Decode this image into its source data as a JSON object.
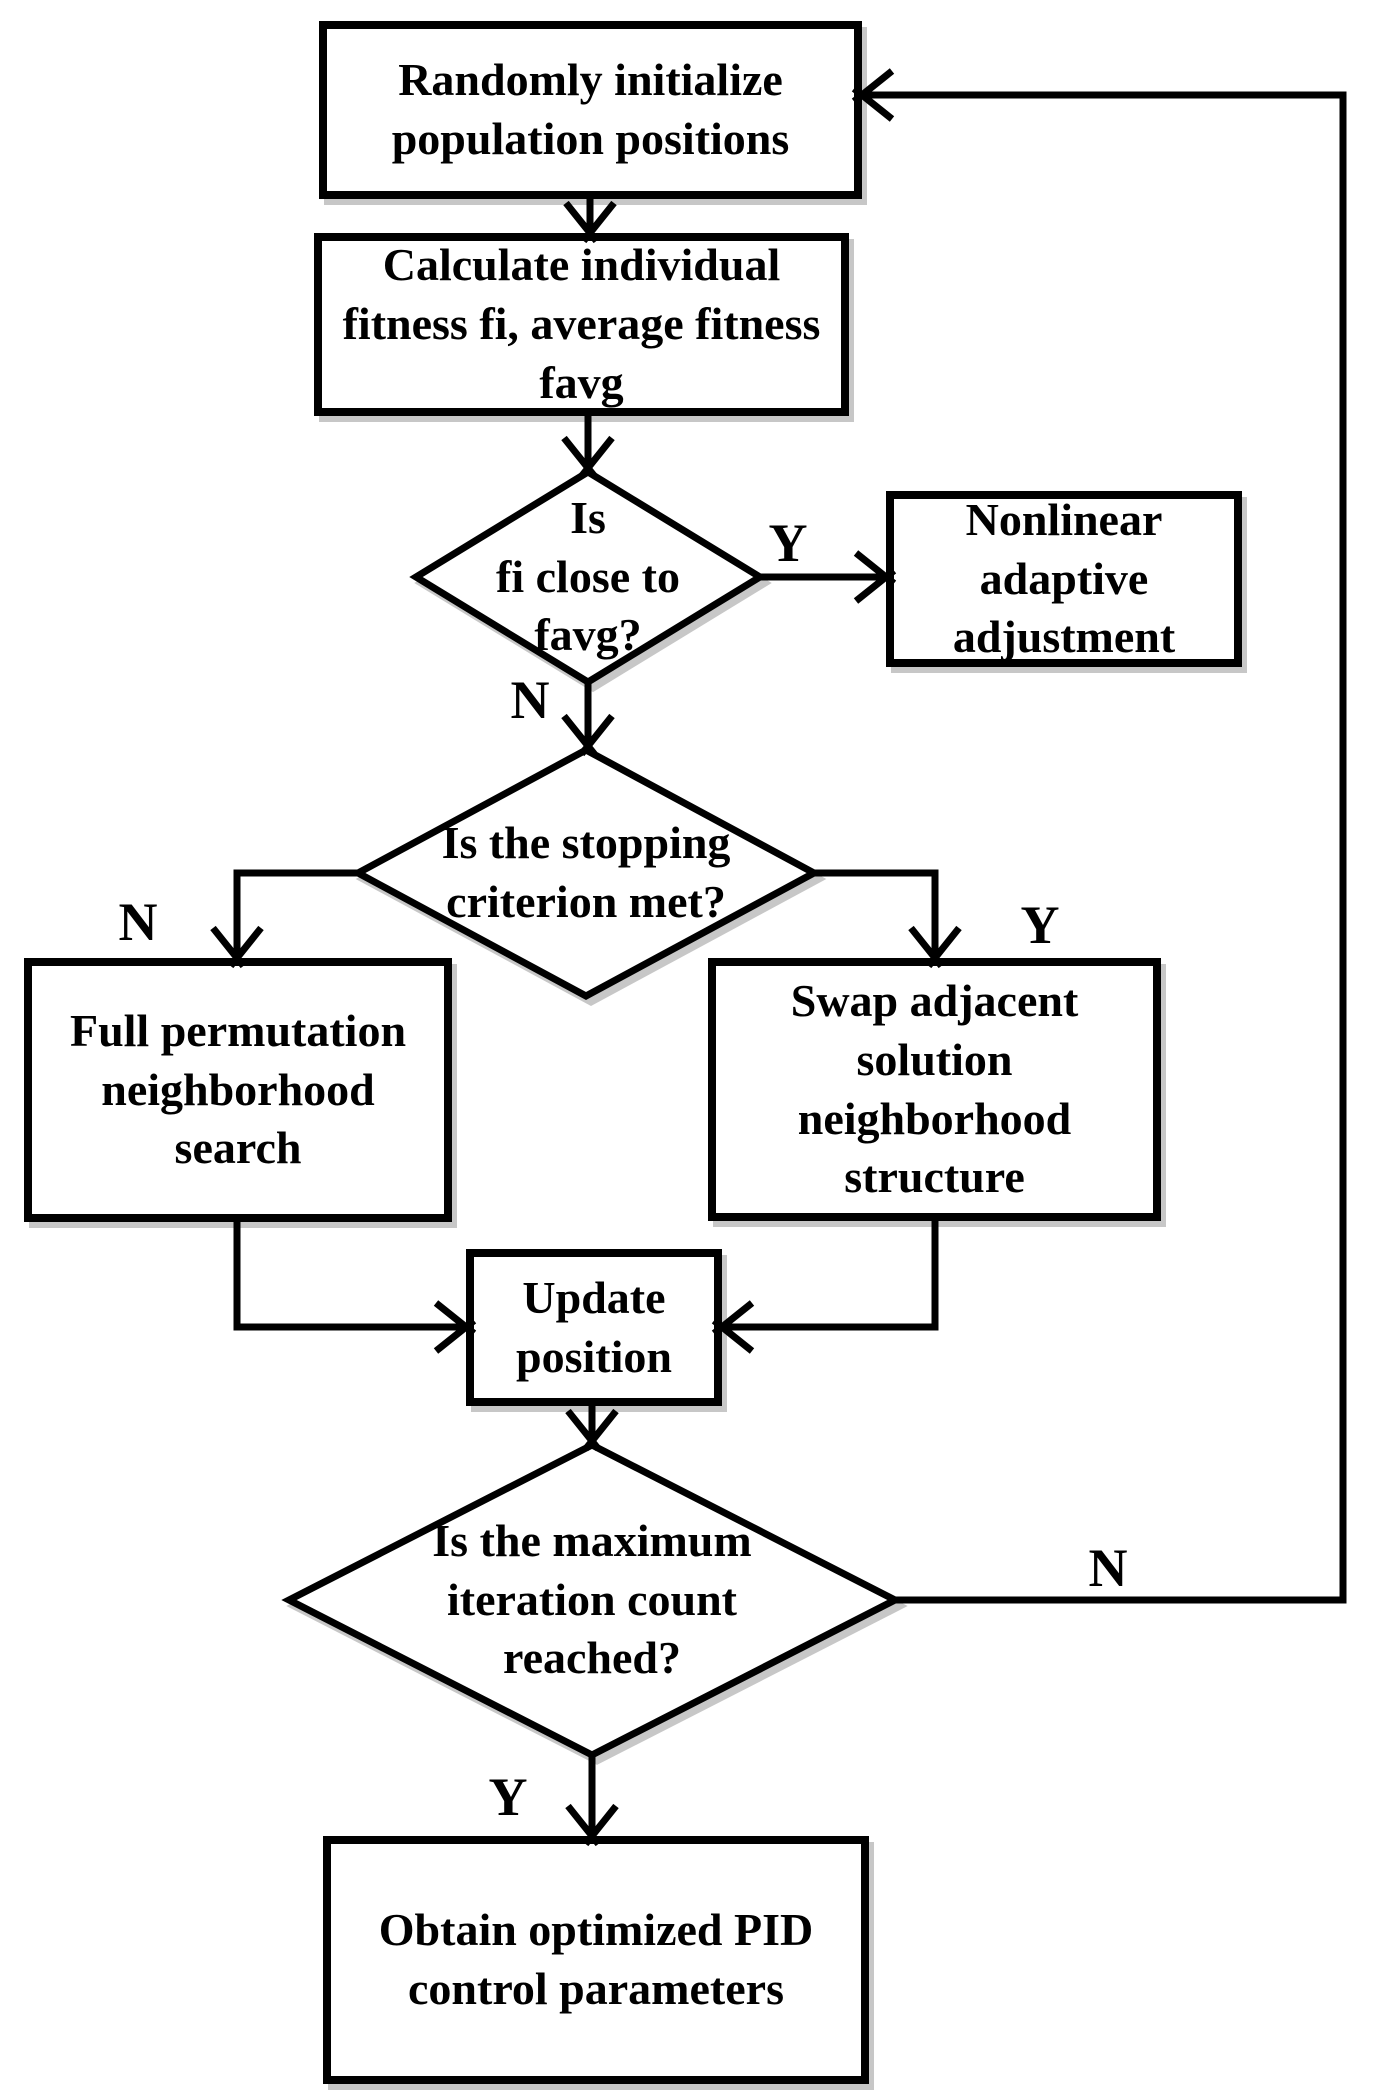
{
  "diagram": {
    "type": "flowchart",
    "colors": {
      "stroke": "#000000",
      "text": "#000000",
      "background": "#ffffff"
    },
    "nodes": {
      "init": {
        "shape": "rectangle",
        "label": "Randomly initialize\npopulation positions"
      },
      "calc_fitness": {
        "shape": "rectangle",
        "label": "Calculate individual\nfitness fi, average fitness\nfavg"
      },
      "fitness_check": {
        "shape": "diamond",
        "label": "Is\nfi close to\nfavg?"
      },
      "nonlinear": {
        "shape": "rectangle",
        "label": "Nonlinear\nadaptive\nadjustment"
      },
      "stopping_check": {
        "shape": "diamond",
        "label": "Is the stopping\ncriterion met?"
      },
      "full_permutation": {
        "shape": "rectangle",
        "label": "Full permutation\nneighborhood\nsearch"
      },
      "swap_adjacent": {
        "shape": "rectangle",
        "label": "Swap adjacent\nsolution\nneighborhood\nstructure"
      },
      "update_position": {
        "shape": "rectangle",
        "label": "Update\nposition"
      },
      "max_iter_check": {
        "shape": "diamond",
        "label": "Is the maximum\niteration count\nreached?"
      },
      "obtain_pid": {
        "shape": "rectangle",
        "label": "Obtain optimized PID\ncontrol parameters"
      }
    },
    "edges": [
      {
        "from": "init",
        "to": "calc_fitness",
        "label": ""
      },
      {
        "from": "calc_fitness",
        "to": "fitness_check",
        "label": ""
      },
      {
        "from": "fitness_check",
        "to": "nonlinear",
        "label": "Y"
      },
      {
        "from": "fitness_check",
        "to": "stopping_check",
        "label": "N"
      },
      {
        "from": "stopping_check",
        "to": "full_permutation",
        "label": "N"
      },
      {
        "from": "stopping_check",
        "to": "swap_adjacent",
        "label": "Y"
      },
      {
        "from": "full_permutation",
        "to": "update_position",
        "label": ""
      },
      {
        "from": "swap_adjacent",
        "to": "update_position",
        "label": ""
      },
      {
        "from": "update_position",
        "to": "max_iter_check",
        "label": ""
      },
      {
        "from": "max_iter_check",
        "to": "obtain_pid",
        "label": "Y"
      },
      {
        "from": "max_iter_check",
        "to": "init",
        "label": "N"
      }
    ]
  }
}
